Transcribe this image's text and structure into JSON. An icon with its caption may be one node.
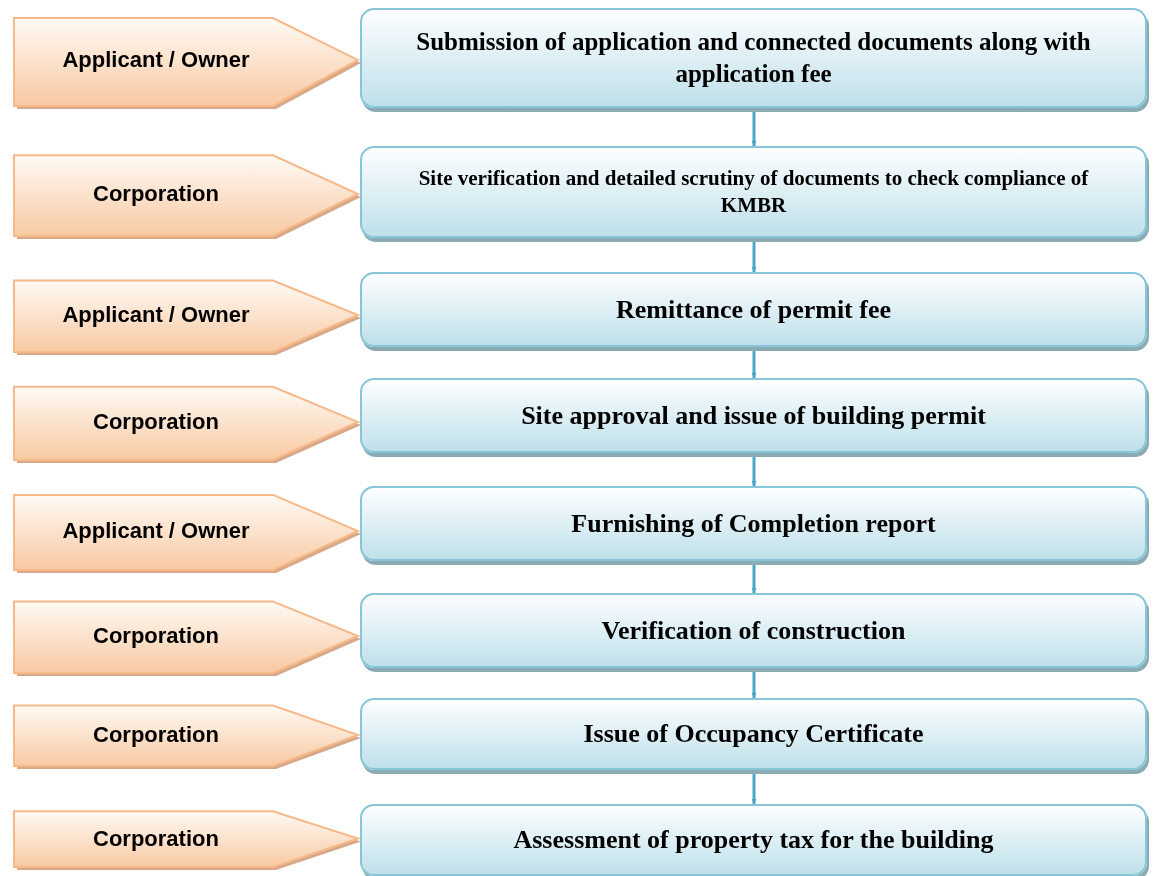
{
  "diagram": {
    "nodes": [
      {
        "text": [
          "Applicant / Owner"
        ]
      },
      {
        "text": [
          "Submission of application and connected documents along with application fee"
        ]
      },
      {
        "text": [
          "Corporation"
        ]
      },
      {
        "text": [
          "Site verification and detailed scrutiny of documents to check compliance of KMBR"
        ]
      },
      {
        "text": [
          "Applicant / Owner"
        ]
      },
      {
        "text": [
          "Remittance of permit fee"
        ]
      },
      {
        "text": [
          "Corporation"
        ]
      },
      {
        "text": [
          "Site approval and issue of building permit"
        ]
      },
      {
        "text": [
          "Applicant / Owner"
        ]
      },
      {
        "text": [
          "Furnishing of Completion report"
        ]
      },
      {
        "text": [
          "Corporation"
        ]
      },
      {
        "text": [
          "Verification of construction"
        ]
      },
      {
        "text": [
          "Corporation"
        ]
      },
      {
        "text": [
          "Issue of Occupancy Certificate"
        ]
      },
      {
        "text": [
          "Corporation"
        ]
      },
      {
        "text": [
          "Assessment of property tax for the building"
        ]
      }
    ],
    "edges": [
      {
        "from": 1,
        "to": 3,
        "arrow": "to"
      },
      {
        "from": 3,
        "to": 5,
        "arrow": "to"
      },
      {
        "from": 5,
        "to": 7,
        "arrow": "to"
      },
      {
        "from": 7,
        "to": 9,
        "arrow": "to"
      },
      {
        "from": 9,
        "to": 11,
        "arrow": "to"
      },
      {
        "from": 11,
        "to": 13,
        "arrow": "to"
      },
      {
        "from": 13,
        "to": 15,
        "arrow": "to"
      }
    ]
  }
}
